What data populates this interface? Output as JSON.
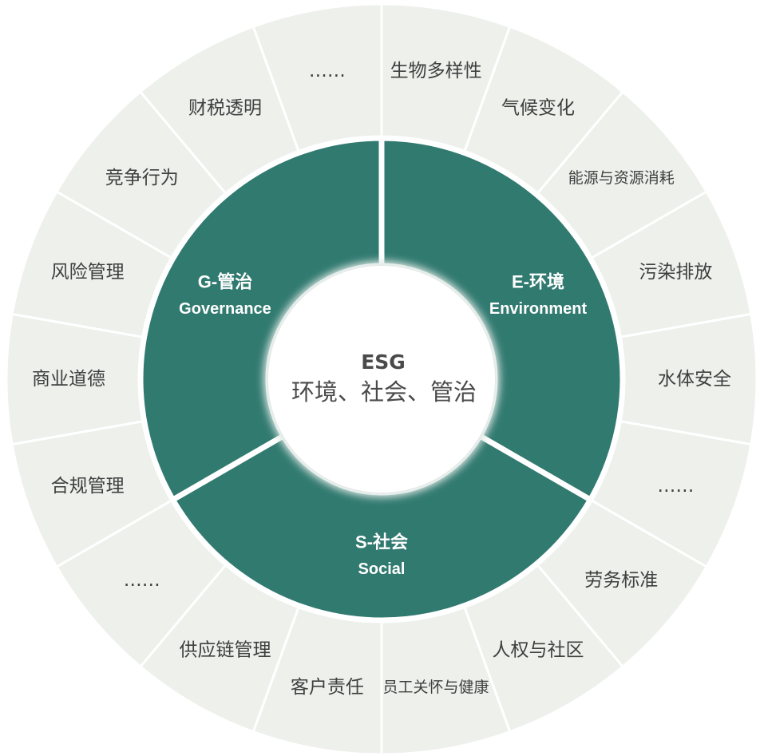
{
  "center": {
    "title": "ESG",
    "subtitle": "环境、社会、管治"
  },
  "pillars": [
    {
      "id": "environment",
      "line1": "E-环境",
      "line2": "Environment"
    },
    {
      "id": "social",
      "line1": "S-社会",
      "line2": "Social"
    },
    {
      "id": "governance",
      "line1": "G-管治",
      "line2": "Governance"
    }
  ],
  "outer_segments": [
    "生物多样性",
    "气候变化",
    "能源与资源消耗",
    "污染排放",
    "水体安全",
    "……",
    "劳务标准",
    "人权与社区",
    "员工关怀与健康",
    "客户责任",
    "供应链管理",
    "……",
    "合规管理",
    "商业道德",
    "风险管理",
    "竞争行为",
    "财税透明",
    "……"
  ],
  "colors": {
    "pillar": "#317a70",
    "outer_ring": "#eef0ec",
    "divider": "#ffffff",
    "center": "#ffffff"
  }
}
